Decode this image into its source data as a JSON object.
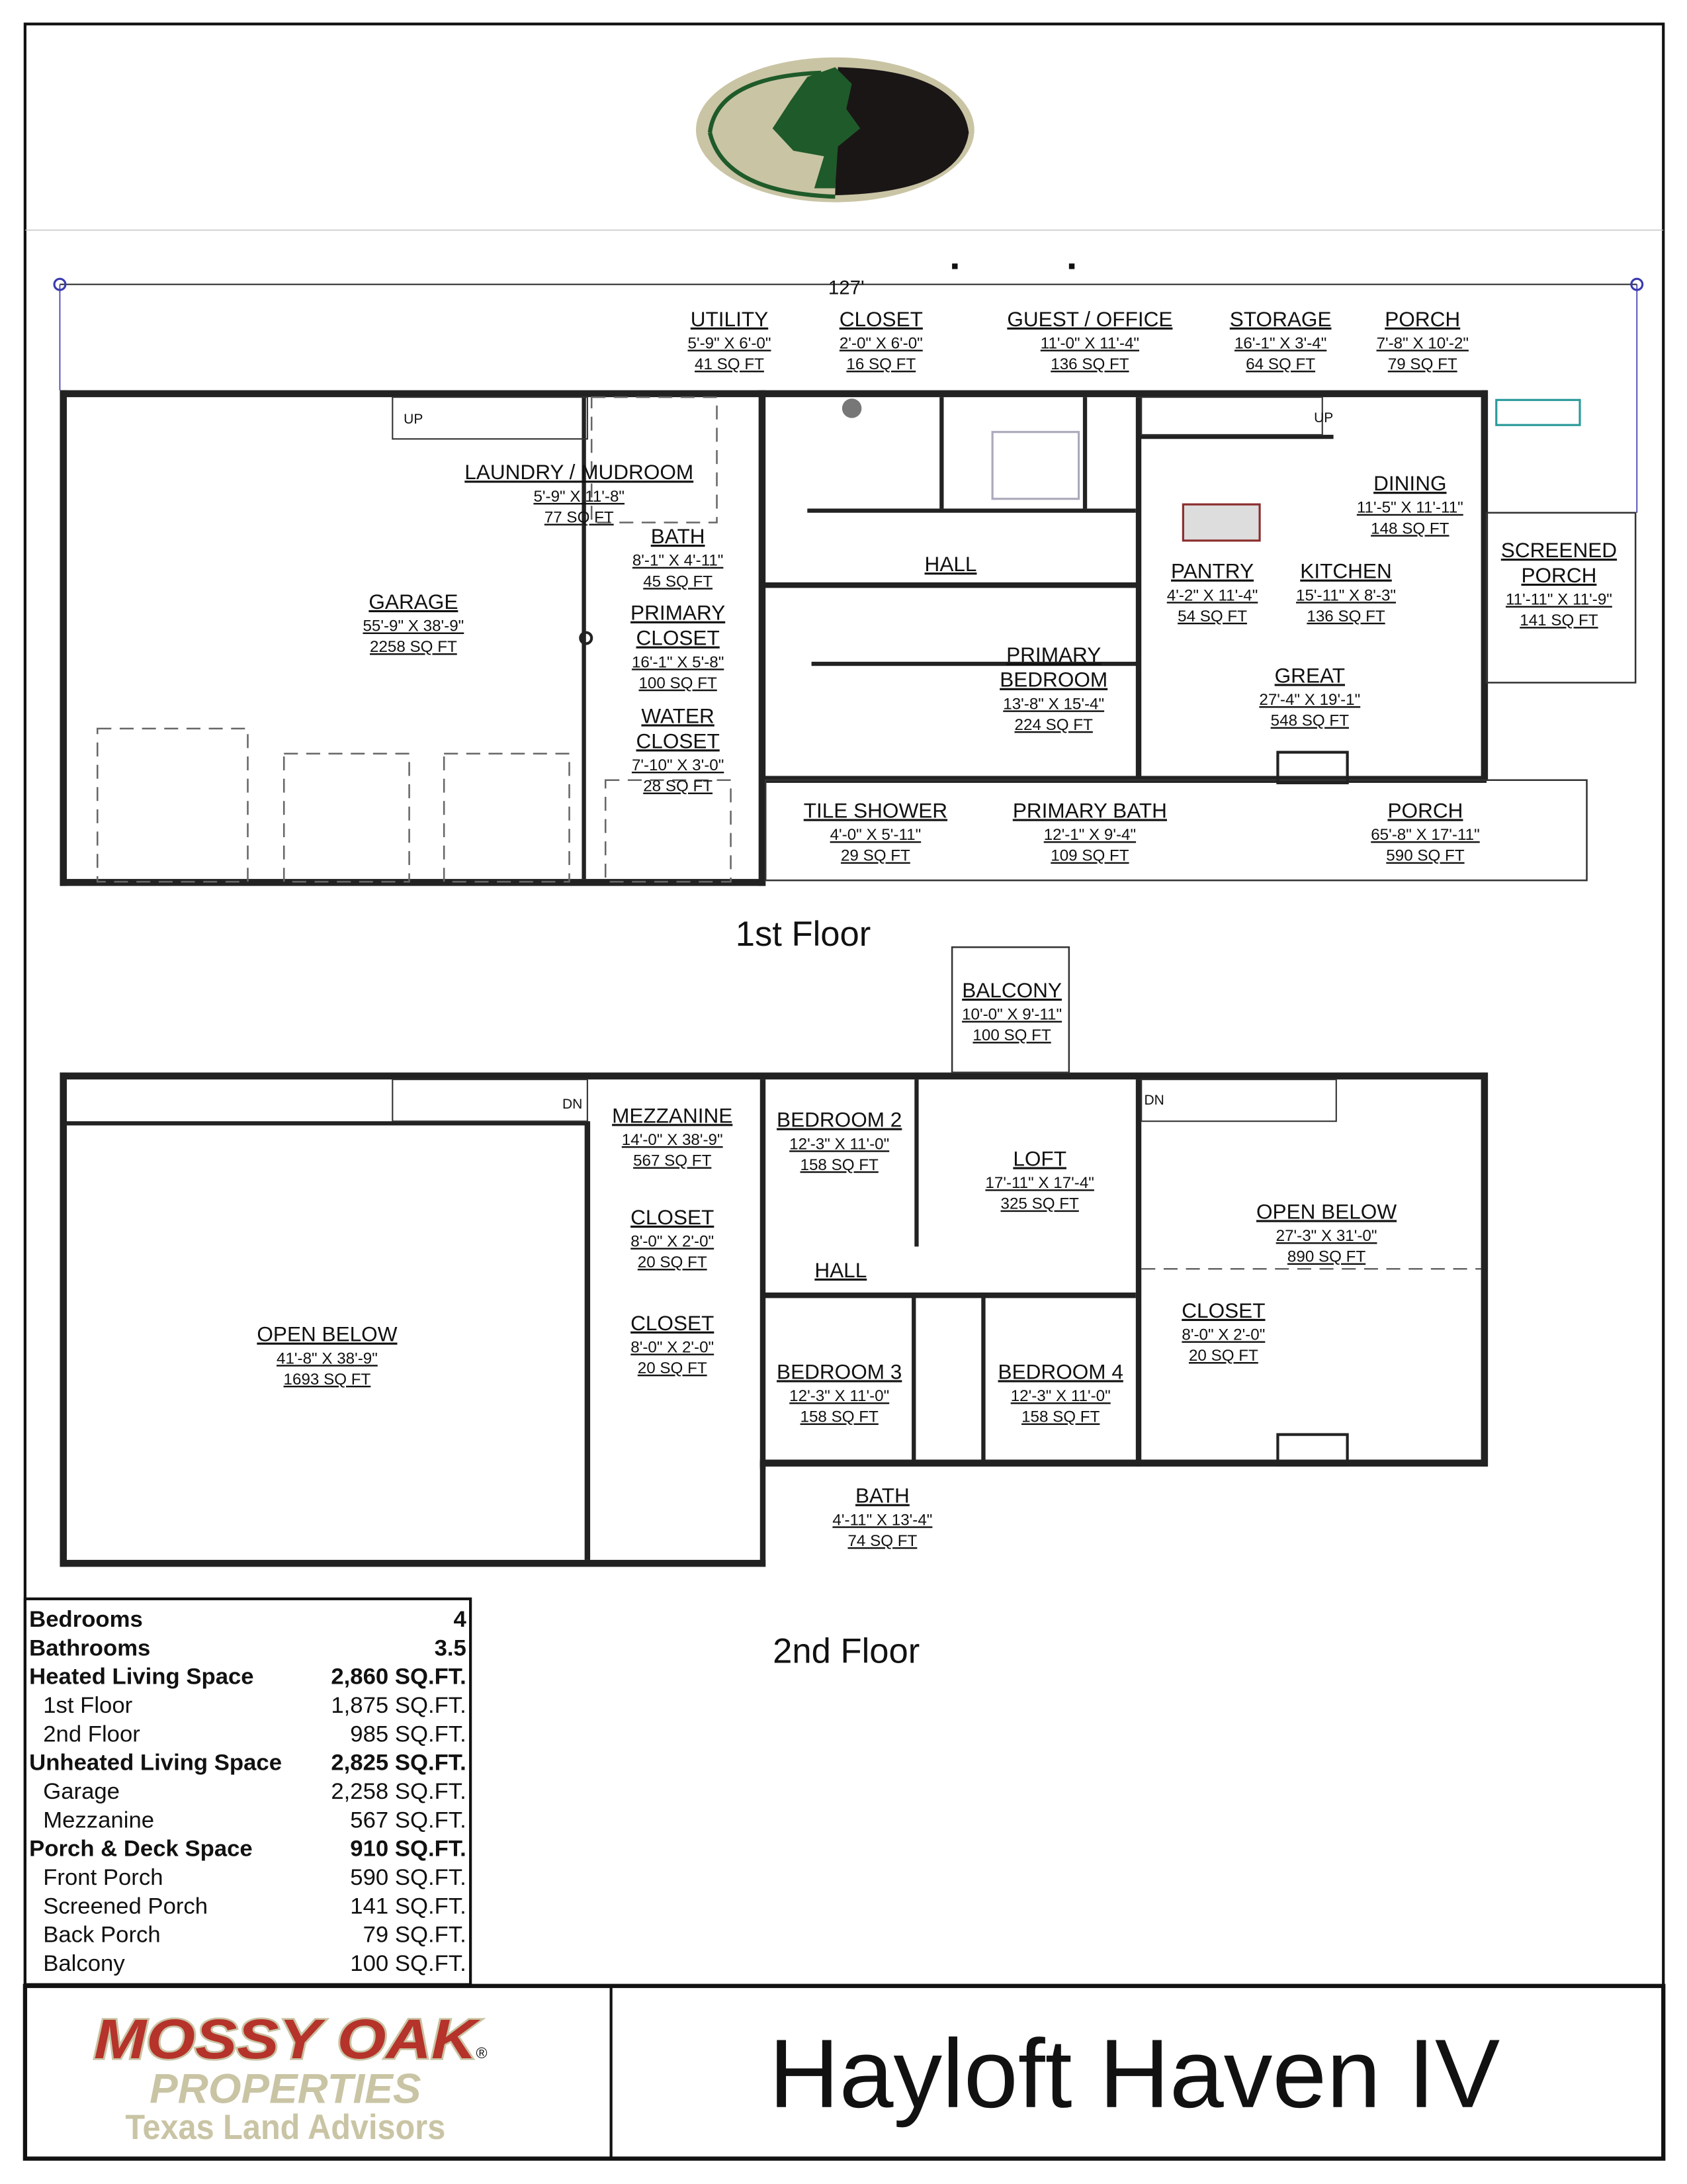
{
  "overall_dimension": "127'",
  "first_floor": {
    "title": "1st Floor",
    "stair_label": "UP",
    "rooms": [
      {
        "name": [
          "UTILITY"
        ],
        "dims": "5'-9\" X 6'-0\"",
        "area": "41 SQ FT"
      },
      {
        "name": [
          "CLOSET"
        ],
        "dims": "2'-0\" X 6'-0\"",
        "area": "16 SQ FT"
      },
      {
        "name": [
          "GUEST / OFFICE"
        ],
        "dims": "11'-0\" X 11'-4\"",
        "area": "136 SQ FT"
      },
      {
        "name": [
          "STORAGE"
        ],
        "dims": "16'-1\" X 3'-4\"",
        "area": "64 SQ FT"
      },
      {
        "name": [
          "PORCH"
        ],
        "dims": "7'-8\" X 10'-2\"",
        "area": "79 SQ FT"
      },
      {
        "name": [
          "LAUNDRY / MUDROOM"
        ],
        "dims": "5'-9\" X 11'-8\"",
        "area": "77 SQ FT"
      },
      {
        "name": [
          "BATH"
        ],
        "dims": "8'-1\" X 4'-11\"",
        "area": "45 SQ FT"
      },
      {
        "name": [
          "HALL"
        ],
        "dims": "",
        "area": ""
      },
      {
        "name": [
          "DINING"
        ],
        "dims": "11'-5\" X 11'-11\"",
        "area": "148 SQ FT"
      },
      {
        "name": [
          "SCREENED",
          "PORCH"
        ],
        "dims": "11'-11\" X 11'-9\"",
        "area": "141 SQ FT"
      },
      {
        "name": [
          "PANTRY"
        ],
        "dims": "4'-2\" X 11'-4\"",
        "area": "54 SQ FT"
      },
      {
        "name": [
          "KITCHEN"
        ],
        "dims": "15'-11\" X 8'-3\"",
        "area": "136 SQ FT"
      },
      {
        "name": [
          "GARAGE"
        ],
        "dims": "55'-9\" X 38'-9\"",
        "area": "2258 SQ FT"
      },
      {
        "name": [
          "PRIMARY",
          "CLOSET"
        ],
        "dims": "16'-1\" X 5'-8\"",
        "area": "100 SQ FT"
      },
      {
        "name": [
          "PRIMARY",
          "BEDROOM"
        ],
        "dims": "13'-8\" X 15'-4\"",
        "area": "224 SQ FT"
      },
      {
        "name": [
          "GREAT"
        ],
        "dims": "27'-4\" X 19'-1\"",
        "area": "548 SQ FT"
      },
      {
        "name": [
          "WATER",
          "CLOSET"
        ],
        "dims": "7'-10\" X 3'-0\"",
        "area": "28 SQ FT"
      },
      {
        "name": [
          "TILE SHOWER"
        ],
        "dims": "4'-0\" X 5'-11\"",
        "area": "29 SQ FT"
      },
      {
        "name": [
          "PRIMARY BATH"
        ],
        "dims": "12'-1\" X 9'-4\"",
        "area": "109 SQ FT"
      },
      {
        "name": [
          "PORCH"
        ],
        "dims": "65'-8\" X 17'-11\"",
        "area": "590 SQ FT"
      }
    ]
  },
  "second_floor": {
    "title": "2nd Floor",
    "stair_label": "DN",
    "rooms": [
      {
        "name": [
          "BALCONY"
        ],
        "dims": "10'-0\" X 9'-11\"",
        "area": "100 SQ FT"
      },
      {
        "name": [
          "MEZZANINE"
        ],
        "dims": "14'-0\" X 38'-9\"",
        "area": "567 SQ FT"
      },
      {
        "name": [
          "BEDROOM 2"
        ],
        "dims": "12'-3\" X 11'-0\"",
        "area": "158 SQ FT"
      },
      {
        "name": [
          "LOFT"
        ],
        "dims": "17'-11\" X 17'-4\"",
        "area": "325 SQ FT"
      },
      {
        "name": [
          "OPEN BELOW"
        ],
        "dims": "27'-3\" X 31'-0\"",
        "area": "890 SQ FT"
      },
      {
        "name": [
          "CLOSET"
        ],
        "dims": "8'-0\" X 2'-0\"",
        "area": "20 SQ FT"
      },
      {
        "name": [
          "HALL"
        ],
        "dims": "",
        "area": ""
      },
      {
        "name": [
          "CLOSET"
        ],
        "dims": "8'-0\" X 2'-0\"",
        "area": "20 SQ FT"
      },
      {
        "name": [
          "CLOSET"
        ],
        "dims": "8'-0\" X 2'-0\"",
        "area": "20 SQ FT"
      },
      {
        "name": [
          "OPEN BELOW"
        ],
        "dims": "41'-8\" X 38'-9\"",
        "area": "1693 SQ FT"
      },
      {
        "name": [
          "BEDROOM 3"
        ],
        "dims": "12'-3\" X 11'-0\"",
        "area": "158 SQ FT"
      },
      {
        "name": [
          "BEDROOM 4"
        ],
        "dims": "12'-3\" X 11'-0\"",
        "area": "158 SQ FT"
      },
      {
        "name": [
          "BATH"
        ],
        "dims": "4'-11\" X 13'-4\"",
        "area": "74 SQ FT"
      }
    ]
  },
  "stats": [
    {
      "label": "Bedrooms",
      "value": "4",
      "bold": true,
      "indent": false
    },
    {
      "label": "Bathrooms",
      "value": "3.5",
      "bold": true,
      "indent": false
    },
    {
      "label": "Heated Living Space",
      "value": "2,860 SQ.FT.",
      "bold": true,
      "indent": false
    },
    {
      "label": "1st Floor",
      "value": "1,875 SQ.FT.",
      "bold": false,
      "indent": true
    },
    {
      "label": "2nd Floor",
      "value": "985 SQ.FT.",
      "bold": false,
      "indent": true
    },
    {
      "label": "Unheated Living Space",
      "value": "2,825 SQ.FT.",
      "bold": true,
      "indent": false
    },
    {
      "label": "Garage",
      "value": "2,258 SQ.FT.",
      "bold": false,
      "indent": true
    },
    {
      "label": "Mezzanine",
      "value": "567 SQ.FT.",
      "bold": false,
      "indent": true
    },
    {
      "label": "Porch & Deck Space",
      "value": "910 SQ.FT.",
      "bold": true,
      "indent": false
    },
    {
      "label": "Front Porch",
      "value": "590 SQ.FT.",
      "bold": false,
      "indent": true
    },
    {
      "label": "Screened Porch",
      "value": "141 SQ.FT.",
      "bold": false,
      "indent": true
    },
    {
      "label": "Back Porch",
      "value": "79 SQ.FT.",
      "bold": false,
      "indent": true
    },
    {
      "label": "Balcony",
      "value": "100 SQ.FT.",
      "bold": false,
      "indent": true
    }
  ],
  "branding": {
    "logo_line1": "MOSSY OAK",
    "logo_line2": "PROPERTIES",
    "logo_line3": "Texas Land Advisors",
    "registered": "®",
    "colors": {
      "red": "#b5332a",
      "tan": "#c9c4a4",
      "green": "#1f5a2a",
      "black": "#1a1616"
    }
  },
  "plan_title": "Hayloft Haven IV"
}
